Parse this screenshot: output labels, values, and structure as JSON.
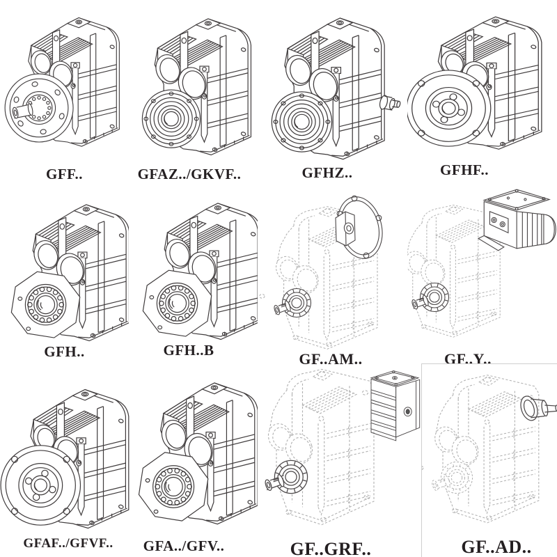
{
  "page": {
    "background": "#ffffff",
    "line_color": "#3f3b3c",
    "phantom_color": "#b0b0b0",
    "label_color": "#241f21"
  },
  "catalog": {
    "items": [
      {
        "label": "GFF..",
        "style": "solid"
      },
      {
        "label": "GFAZ../GKVF..",
        "style": "solid"
      },
      {
        "label": "GFHZ..",
        "style": "solid"
      },
      {
        "label": "GFHF..",
        "style": "solid"
      },
      {
        "label": "GFH..",
        "style": "solid"
      },
      {
        "label": "GFH..B",
        "style": "solid"
      },
      {
        "label": "GF..AM..",
        "style": "phantom"
      },
      {
        "label": "GF..Y..",
        "style": "phantom"
      },
      {
        "label": "GFAF../GFVF..",
        "style": "solid"
      },
      {
        "label": "GFA../GFV..",
        "style": "solid"
      },
      {
        "label": "GF..GRF..",
        "style": "phantom"
      },
      {
        "label": "GF..AD..",
        "style": "phantom"
      }
    ]
  }
}
